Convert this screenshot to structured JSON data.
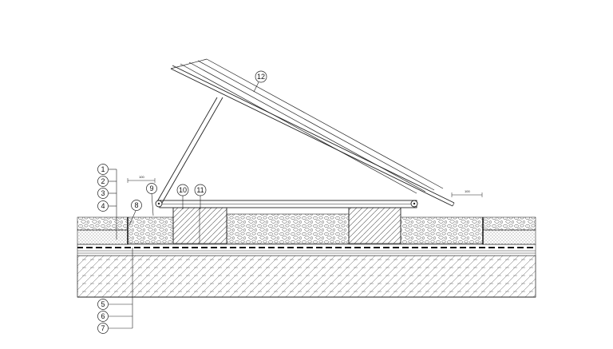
{
  "callouts": {
    "c1": "1",
    "c2": "2",
    "c3": "3",
    "c4": "4",
    "c5": "5",
    "c6": "6",
    "c7": "7",
    "c8": "8",
    "c9": "9",
    "c10": "10",
    "c11": "11",
    "c12": "12"
  },
  "dimensions": {
    "left": "100",
    "right": "100"
  }
}
